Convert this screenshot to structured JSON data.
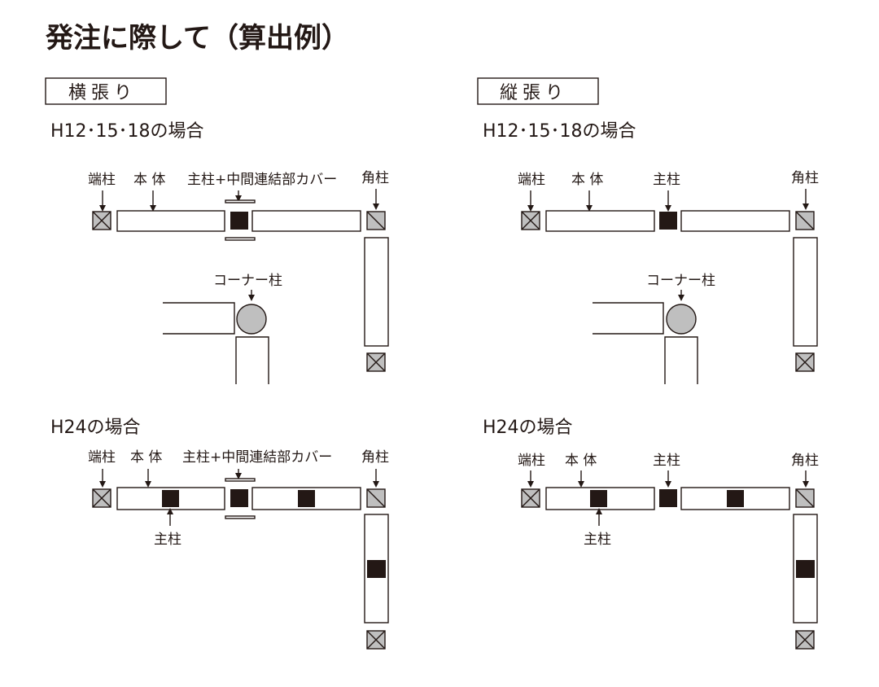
{
  "title": "発注に際して（算出例）",
  "sections": [
    {
      "tab": "横張り",
      "h12": {
        "subtitle": "H12･15･18の場合",
        "labels": {
          "end_post": "端柱",
          "body": "本 体",
          "main_post": "主柱+中間連結部カバー",
          "corner_post": "角柱",
          "corner_pillar": "コーナー柱"
        }
      },
      "h24": {
        "subtitle": "H24の場合",
        "labels": {
          "end_post": "端柱",
          "body": "本 体",
          "main_post": "主柱+中間連結部カバー",
          "corner_post": "角柱",
          "inner_post": "主柱"
        }
      }
    },
    {
      "tab": "縦張り",
      "h12": {
        "subtitle": "H12･15･18の場合",
        "labels": {
          "end_post": "端柱",
          "body": "本 体",
          "main_post": "主柱",
          "corner_post": "角柱",
          "corner_pillar": "コーナー柱"
        }
      },
      "h24": {
        "subtitle": "H24の場合",
        "labels": {
          "end_post": "端柱",
          "body": "本 体",
          "main_post": "主柱",
          "corner_post": "角柱",
          "inner_post": "主柱"
        }
      }
    }
  ],
  "colors": {
    "ink": "#231815",
    "post_fill": "#bfbfbf",
    "body_fill": "#ffffff"
  }
}
